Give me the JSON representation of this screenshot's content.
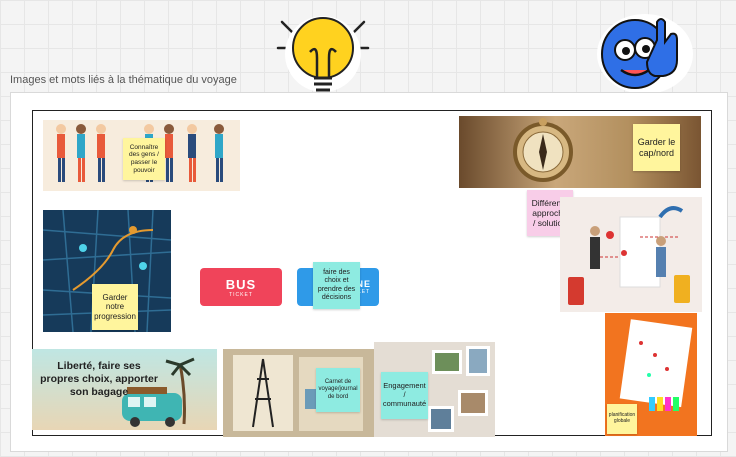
{
  "board": {
    "frame_title": "Images et mots liés à la thématique du voyage"
  },
  "stickies": {
    "connaitre": "Connaître des gens / passer le pouvoir",
    "garder_cap": "Garder le cap/nord",
    "differente": "Différente approche / solution",
    "progression": "Garder notre progression",
    "choix": "faire des choix et prendre des décisions",
    "carnet": "Carnet de voyage/journal de bord",
    "engagement": "Engagement / communauté",
    "planification": "planification globale"
  },
  "image_texts": {
    "liberte": "Liberté, faire ses propres choix, apporter son bagage",
    "bus_main": "BUS",
    "bus_sub": "TICKET",
    "ticket2_main": "NE",
    "ticket2_sub": "KET"
  },
  "colors": {
    "sticky_yellow": "#fff59d",
    "sticky_cyan": "#8eebe1",
    "sticky_pink": "#f8cde8",
    "ticket_red": "#f0445a",
    "ticket_blue": "#2f9ae8"
  }
}
